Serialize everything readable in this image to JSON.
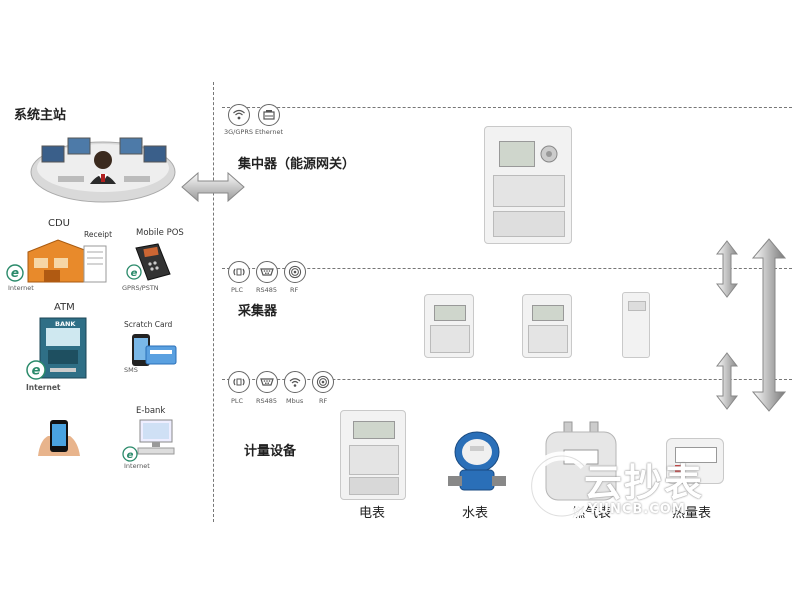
{
  "left": {
    "master_station": "系统主站",
    "cdu": "CDU",
    "receipt": "Receipt",
    "mobile_pos": "Mobile POS",
    "internet": "Internet",
    "gprs_pstn": "GPRS/PSTN",
    "atm": "ATM",
    "bank": "BANK",
    "scratch_card": "Scratch Card",
    "sms": "SMS",
    "ebank": "E-bank"
  },
  "tiers": {
    "concentrator": "集中器（能源网关）",
    "collector": "采集器",
    "metering": "计量设备"
  },
  "protocols": {
    "top": "3G/GPRS Ethernet",
    "plc": "PLC",
    "rs485": "RS485",
    "rf": "RF",
    "mbus": "Mbus"
  },
  "devices": {
    "electric": "电表",
    "water": "水表",
    "gas": "燃气表",
    "heat": "热量表"
  },
  "watermark": {
    "text": "云抄表",
    "url": "YUNCB.COM"
  },
  "colors": {
    "dashed_line": "#777777",
    "watermark": "#ffffff",
    "water_meter": "#2a6fb8"
  }
}
